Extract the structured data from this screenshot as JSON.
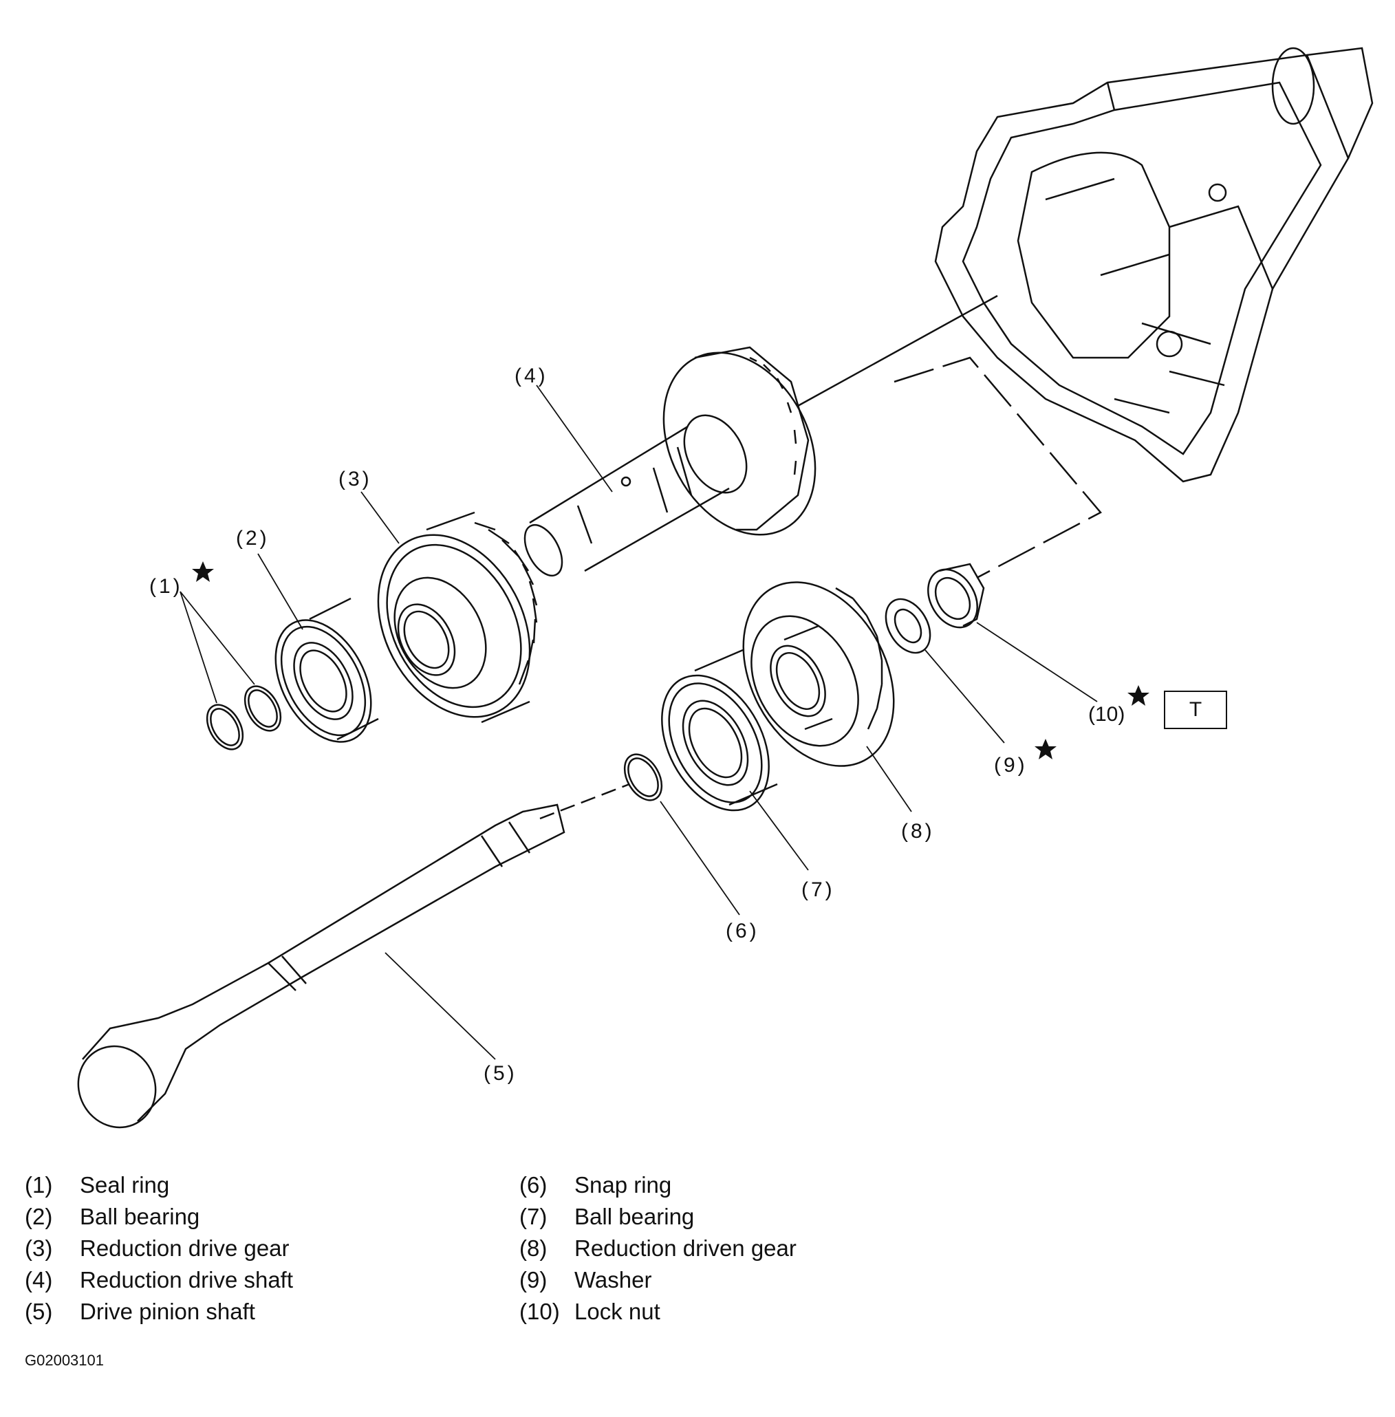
{
  "callouts": {
    "c1": "(1)",
    "c2": "(2)",
    "c3": "(3)",
    "c4": "(4)",
    "c5": "(5)",
    "c6": "(6)",
    "c7": "(7)",
    "c8": "(8)",
    "c9": "(9)",
    "c10": "(10)"
  },
  "torque_mark": "T",
  "legend": {
    "left": [
      {
        "num": "(1)",
        "label": "Seal ring"
      },
      {
        "num": "(2)",
        "label": "Ball bearing"
      },
      {
        "num": "(3)",
        "label": "Reduction drive gear"
      },
      {
        "num": "(4)",
        "label": "Reduction drive shaft"
      },
      {
        "num": "(5)",
        "label": "Drive pinion shaft"
      }
    ],
    "right": [
      {
        "num": "(6)",
        "label": "Snap ring"
      },
      {
        "num": "(7)",
        "label": "Ball bearing"
      },
      {
        "num": "(8)",
        "label": "Reduction driven gear"
      },
      {
        "num": "(9)",
        "label": "Washer"
      },
      {
        "num": "(10)",
        "label": "Lock nut"
      }
    ]
  },
  "figure_code": "G02003101"
}
